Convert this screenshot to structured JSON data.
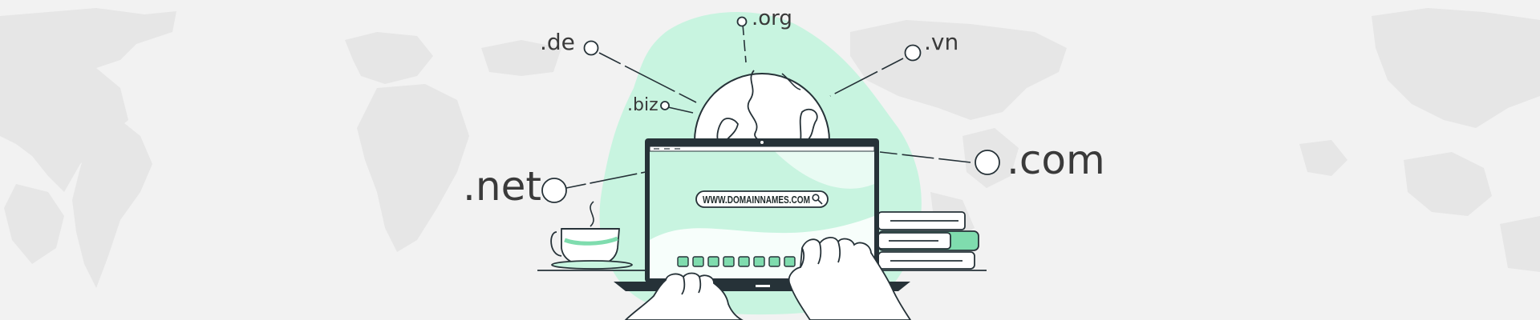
{
  "colors": {
    "background": "#f2f2f2",
    "map": "#e6e6e6",
    "mint": "#c8f4e0",
    "mint_dark": "#7fdcae",
    "ink": "#263238",
    "text": "#3a3a3a"
  },
  "domains": {
    "org": ".org",
    "de": ".de",
    "vn": ".vn",
    "biz": ".biz",
    "com": ".com",
    "net": ".net"
  },
  "browser": {
    "url": "WWW.DOMAINNAMES.COM",
    "search_icon": "search-icon"
  },
  "icons": [
    "globe-icon",
    "laptop-icon",
    "coffee-cup-icon",
    "books-icon",
    "hands-icon"
  ]
}
